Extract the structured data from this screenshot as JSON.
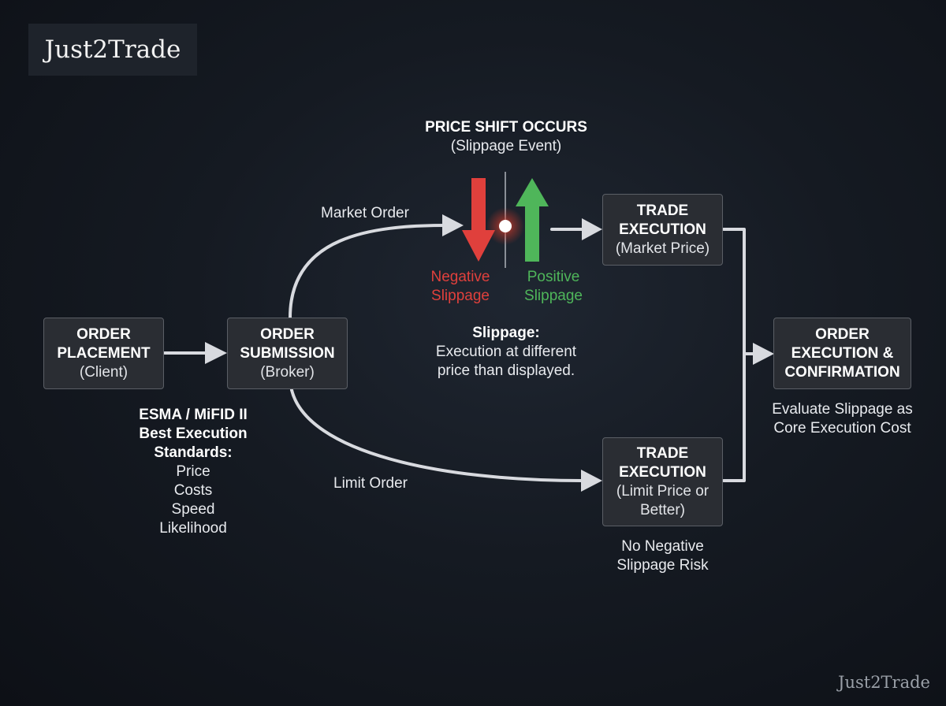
{
  "brand": {
    "logo": "Just2Trade",
    "watermark": "Just2Trade"
  },
  "nodes": {
    "order_placement": {
      "title": "ORDER\nPLACEMENT",
      "sub": "(Client)"
    },
    "order_submission": {
      "title": "ORDER\nSUBMISSION",
      "sub": "(Broker)"
    },
    "trade_exec_market": {
      "title": "TRADE\nEXECUTION",
      "sub": "(Market Price)"
    },
    "trade_exec_limit": {
      "title": "TRADE\nEXECUTION",
      "sub": "(Limit Price or\nBetter)"
    },
    "order_confirmation": {
      "title": "ORDER\nEXECUTION &\nCONFIRMATION"
    }
  },
  "labels": {
    "market_order": "Market Order",
    "limit_order": "Limit Order",
    "price_shift_title": "PRICE SHIFT OCCURS",
    "price_shift_sub": "(Slippage Event)",
    "negative_slippage": "Negative\nSlippage",
    "positive_slippage": "Positive\nSlippage",
    "slippage_title": "Slippage:",
    "slippage_desc": "Execution at different\nprice than displayed.",
    "esma_title": "ESMA / MiFID II\nBest Execution\nStandards:",
    "esma_items": "Price\nCosts\nSpeed\nLikelihood",
    "no_negative": "No Negative\nSlippage Risk",
    "evaluate": "Evaluate Slippage as\nCore Execution Cost"
  },
  "colors": {
    "negative": "#e0403c",
    "positive": "#4fb65a",
    "connector": "#d8dadf",
    "node_fill": "#2a2d33",
    "node_border": "#5b5f66"
  }
}
